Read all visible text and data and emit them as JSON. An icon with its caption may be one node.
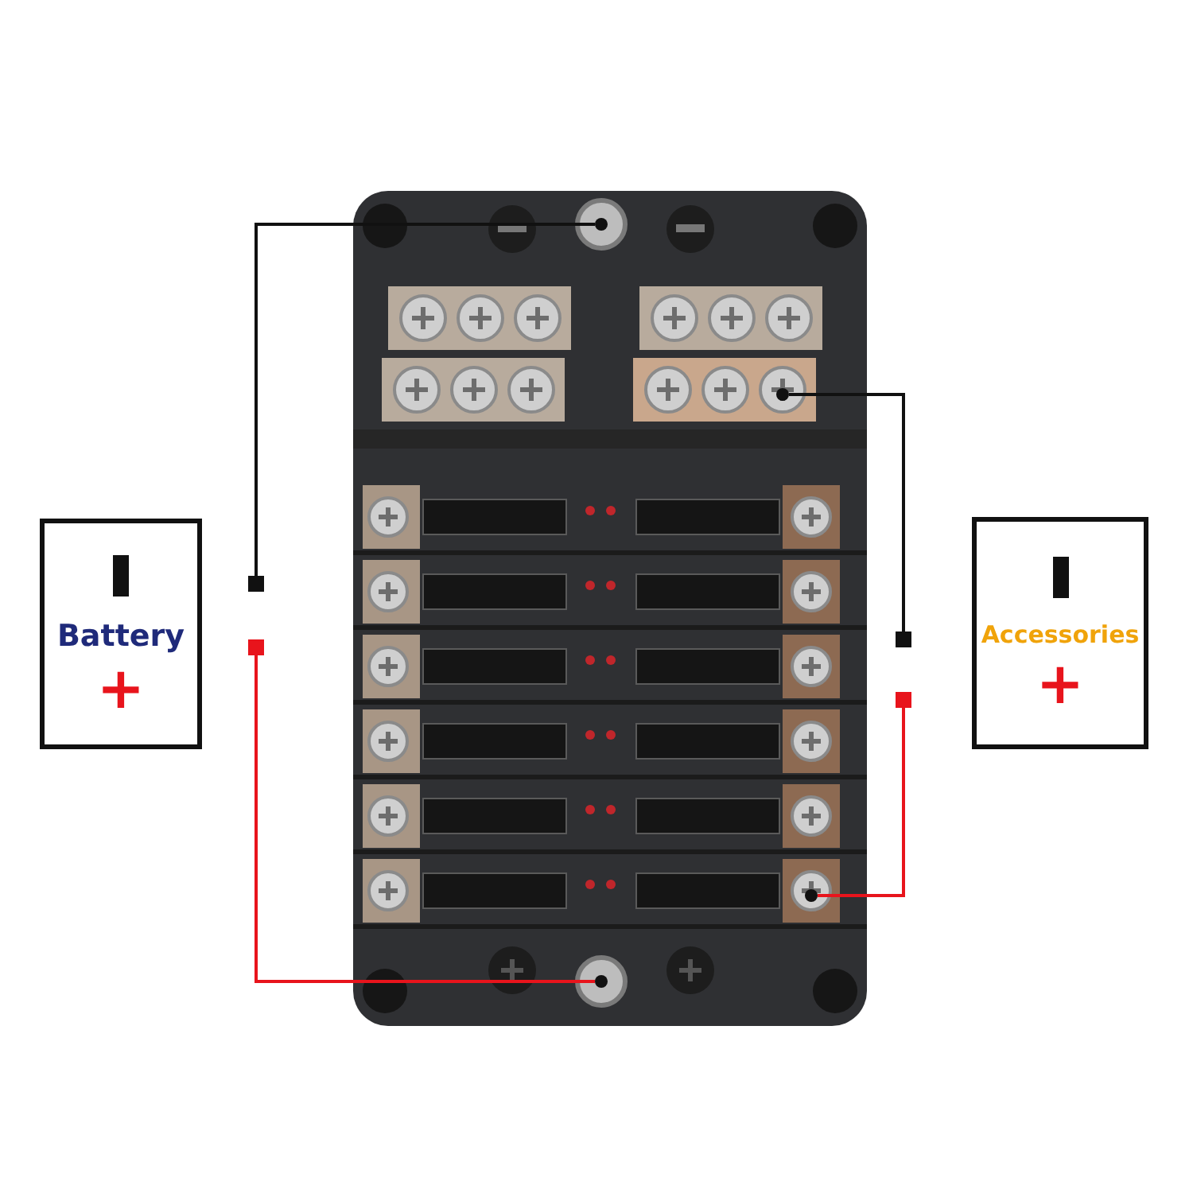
{
  "diagram": {
    "nodes": [
      {
        "text": [],
        "shape": "picture"
      },
      {
        "text": [],
        "shape": "circle",
        "in": 0
      },
      {
        "text": [],
        "shape": "circle",
        "in": 0
      },
      {
        "text": [],
        "shape": "circle",
        "in": 0
      },
      {
        "text": [],
        "shape": "circle",
        "in": 0
      },
      {
        "text": [
          "Battery",
          "+"
        ]
      },
      {
        "text": [],
        "shape": "box"
      },
      {
        "text": [],
        "shape": "box"
      },
      {
        "text": [],
        "shape": "box"
      },
      {
        "text": [],
        "shape": "box"
      },
      {
        "text": [
          "Accessories",
          "+"
        ]
      }
    ],
    "edges": [
      {
        "from": 6,
        "to": 1,
        "arrow": "none"
      },
      {
        "from": 7,
        "to": 4,
        "arrow": "none",
        "color": "#e8141c"
      },
      {
        "from": 8,
        "to": 2,
        "arrow": "none"
      },
      {
        "from": 9,
        "to": 3,
        "arrow": "none",
        "color": "#e8141c"
      }
    ]
  }
}
